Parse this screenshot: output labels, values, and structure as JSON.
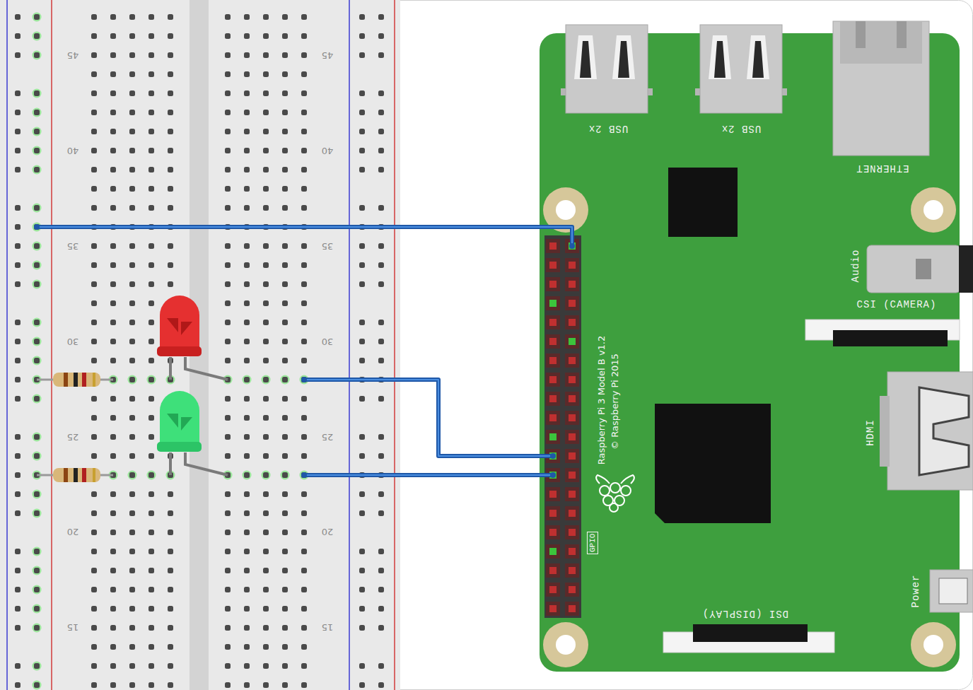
{
  "diagram": {
    "nodes": [
      {
        "text": [
          "GPIO"
        ]
      }
    ],
    "labels": [
      "USB 2x",
      "USB 2x",
      "ETHERNET",
      "Audio",
      "CSI (CAMERA)",
      "HDMI",
      "Power",
      "DSI (DISPLAY)",
      "Raspberry Pi 3 Model B v1.2",
      "© Raspberry Pi 2015",
      "45",
      "40",
      "35",
      "30",
      "25",
      "20",
      "15",
      "45",
      "40",
      "35",
      "30",
      "25",
      "20",
      "15"
    ]
  }
}
